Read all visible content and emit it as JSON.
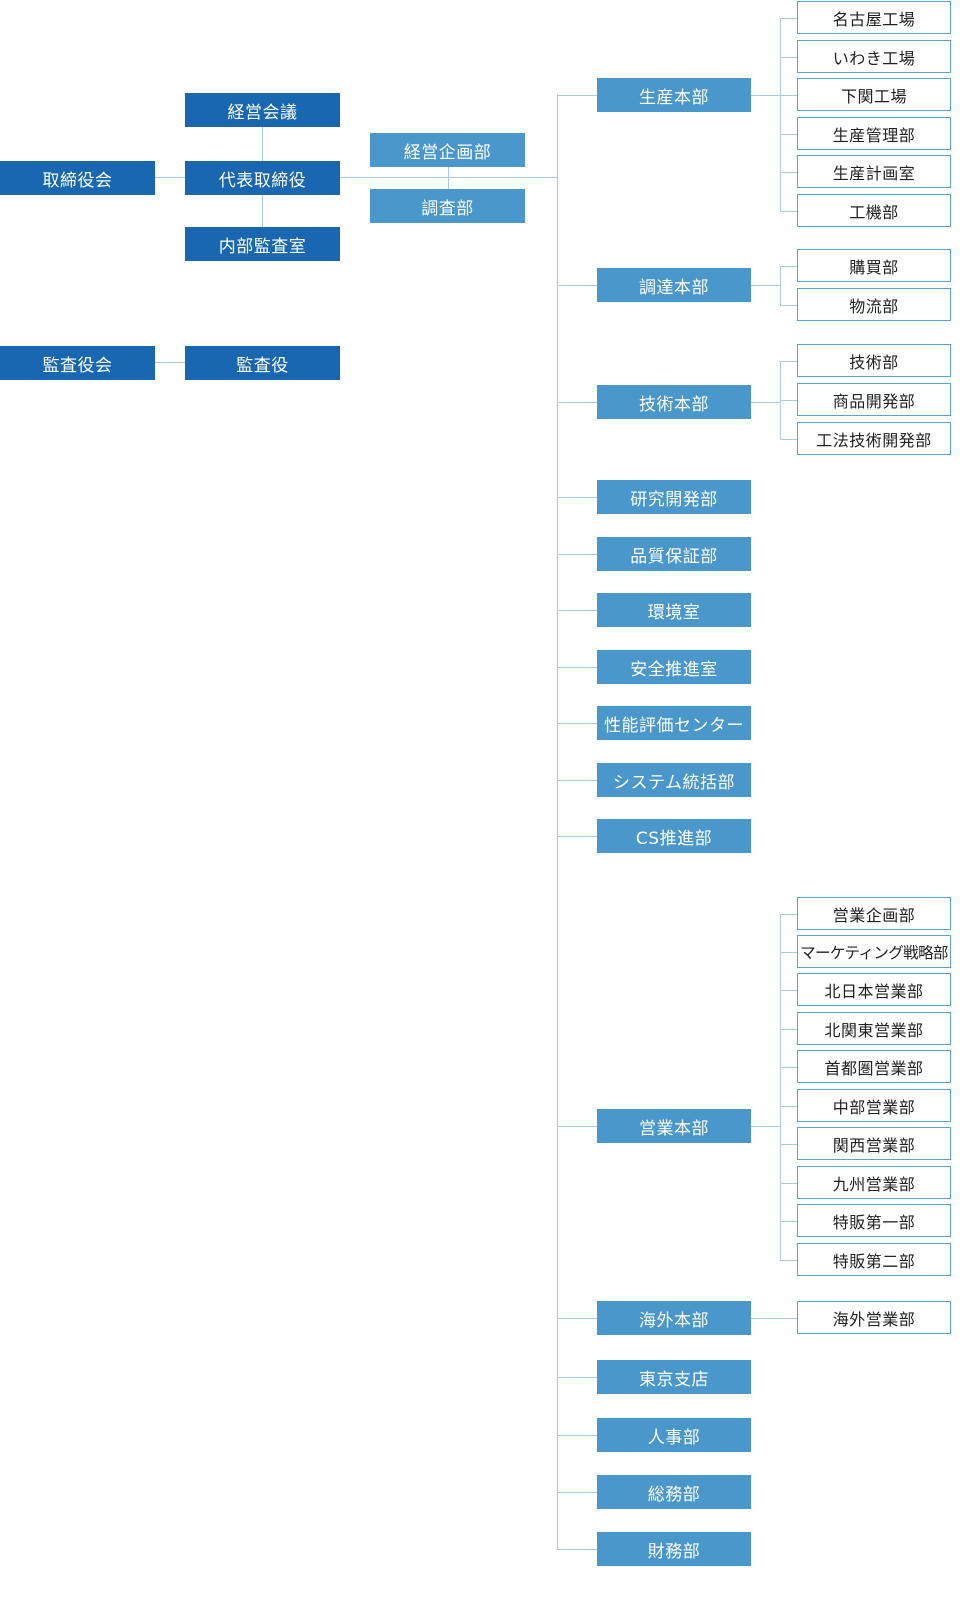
{
  "colors": {
    "executive": "#1967b0",
    "division": "#4a97cc",
    "department_border": "#5aa3d6",
    "connector": "#a9cbe6"
  },
  "executive": {
    "board": "取締役会",
    "management_meeting": "経営会議",
    "president": "代表取締役",
    "internal_audit": "内部監査室",
    "audit_board": "監査役会",
    "auditor": "監査役"
  },
  "staff": {
    "corporate_planning": "経営企画部",
    "research": "調査部"
  },
  "divisions": [
    {
      "name": "生産本部",
      "departments": [
        "名古屋工場",
        "いわき工場",
        "下関工場",
        "生産管理部",
        "生産計画室",
        "工機部"
      ]
    },
    {
      "name": "調達本部",
      "departments": [
        "購買部",
        "物流部"
      ]
    },
    {
      "name": "技術本部",
      "departments": [
        "技術部",
        "商品開発部",
        "工法技術開発部"
      ]
    },
    {
      "name": "研究開発部",
      "departments": []
    },
    {
      "name": "品質保証部",
      "departments": []
    },
    {
      "name": "環境室",
      "departments": []
    },
    {
      "name": "安全推進室",
      "departments": []
    },
    {
      "name": "性能評価センター",
      "departments": []
    },
    {
      "name": "システム統括部",
      "departments": []
    },
    {
      "name": "CS推進部",
      "departments": []
    },
    {
      "name": "営業本部",
      "departments": [
        "営業企画部",
        "マーケティング戦略部",
        "北日本営業部",
        "北関東営業部",
        "首都圏営業部",
        "中部営業部",
        "関西営業部",
        "九州営業部",
        "特販第一部",
        "特販第二部"
      ]
    },
    {
      "name": "海外本部",
      "departments": [
        "海外営業部"
      ]
    },
    {
      "name": "東京支店",
      "departments": []
    },
    {
      "name": "人事部",
      "departments": []
    },
    {
      "name": "総務部",
      "departments": []
    },
    {
      "name": "財務部",
      "departments": []
    }
  ]
}
